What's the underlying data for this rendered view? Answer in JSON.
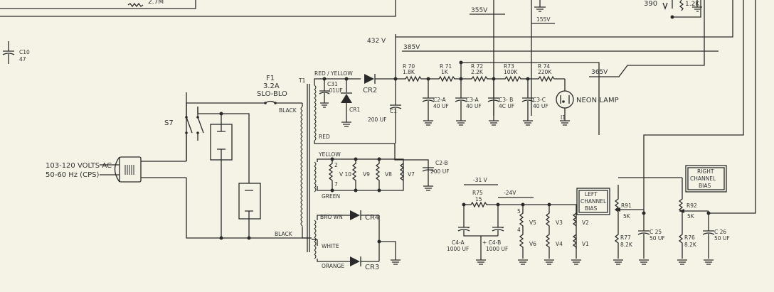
{
  "top": {
    "resistor_top": "2.7M",
    "v355": "355V",
    "v155": "155V",
    "r_390": "390",
    "r_1_2k": "1.2K",
    "v432": "432 V",
    "v385": "385V",
    "v365": "365V"
  },
  "c10": {
    "ref": "C10",
    "value": "47"
  },
  "fuse": {
    "ref": "F1",
    "rating": "3.2A",
    "type": "SLO-BLO"
  },
  "transformer": {
    "ref": "T1"
  },
  "wire_labels": {
    "red_yellow": "RED / YELLOW",
    "red": "RED",
    "black1": "BLACK",
    "black2": "BLACK",
    "yellow": "YELLOW",
    "green": "GREEN",
    "brown": "BRO WN",
    "white": "WHITE",
    "orange": "ORANGE"
  },
  "switch": {
    "ref": "S7"
  },
  "plug": {
    "line1": "103-120 VOLTS AC",
    "line2": "50-60 Hz (CPS)"
  },
  "c31": {
    "ref": "C31",
    "value": ".01UF"
  },
  "diodes": {
    "cr1": "CR1",
    "cr2": "CR2",
    "cr3": "CR3",
    "cr4": "CR4"
  },
  "c1": {
    "ref": "C1",
    "value": "200 UF"
  },
  "c2b": {
    "ref": "C2-B",
    "value": "200 UF"
  },
  "resistors": {
    "r70": {
      "ref": "R 70",
      "value": "1.8K"
    },
    "r71": {
      "ref": "R 71",
      "value": "1K"
    },
    "r72": {
      "ref": "R 72",
      "value": "2.2K"
    },
    "r73": {
      "ref": "R73",
      "value": "100K"
    },
    "r74": {
      "ref": "R 74",
      "value": "220K"
    },
    "r75": {
      "ref": "R75",
      "value": "15"
    },
    "r76": {
      "ref": "R76",
      "value": "8.2K"
    },
    "r77": {
      "ref": "R77",
      "value": "8.2K"
    }
  },
  "caps": {
    "c2a": {
      "ref": "C2-A",
      "value": "40 UF"
    },
    "c3a": {
      "ref": "C3-A",
      "value": "40 UF"
    },
    "c3b": {
      "ref": "C3- B",
      "value": "4C UF"
    },
    "c3c": {
      "ref": "C3-C",
      "value": "40 UF"
    },
    "c4a": {
      "ref": "C4-A",
      "value": "1000 UF"
    },
    "c4b": {
      "ref": "+ C4-B",
      "value": "1000 UF"
    },
    "c25": {
      "ref": "C 25",
      "value": "50 UF"
    },
    "c26": {
      "ref": "C 26",
      "value": "50 UF"
    }
  },
  "neon": {
    "label": "NEON LAMP",
    "ref": "I1"
  },
  "tubes": {
    "v10": "V 10",
    "v9": "V9",
    "v8": "V8",
    "v7": "V7",
    "v5": "V5",
    "v3": "V3",
    "v2": "V2",
    "v6": "V6",
    "v4": "V4",
    "v1": "V1"
  },
  "pins": {
    "p2": "2",
    "p7": "7",
    "p4": "4",
    "p5": "5"
  },
  "bias": {
    "v31": "-31 V",
    "v24": "-24V",
    "left": {
      "line1": "LEFT",
      "line2": "CHANNEL",
      "line3": "BIAS"
    },
    "right": {
      "line1": "RIGHT",
      "line2": "CHANNEL",
      "line3": "BIAS"
    },
    "r91": {
      "ref": "R91",
      "value": "5K"
    },
    "r92": {
      "ref": "R92",
      "value": "5K"
    }
  }
}
